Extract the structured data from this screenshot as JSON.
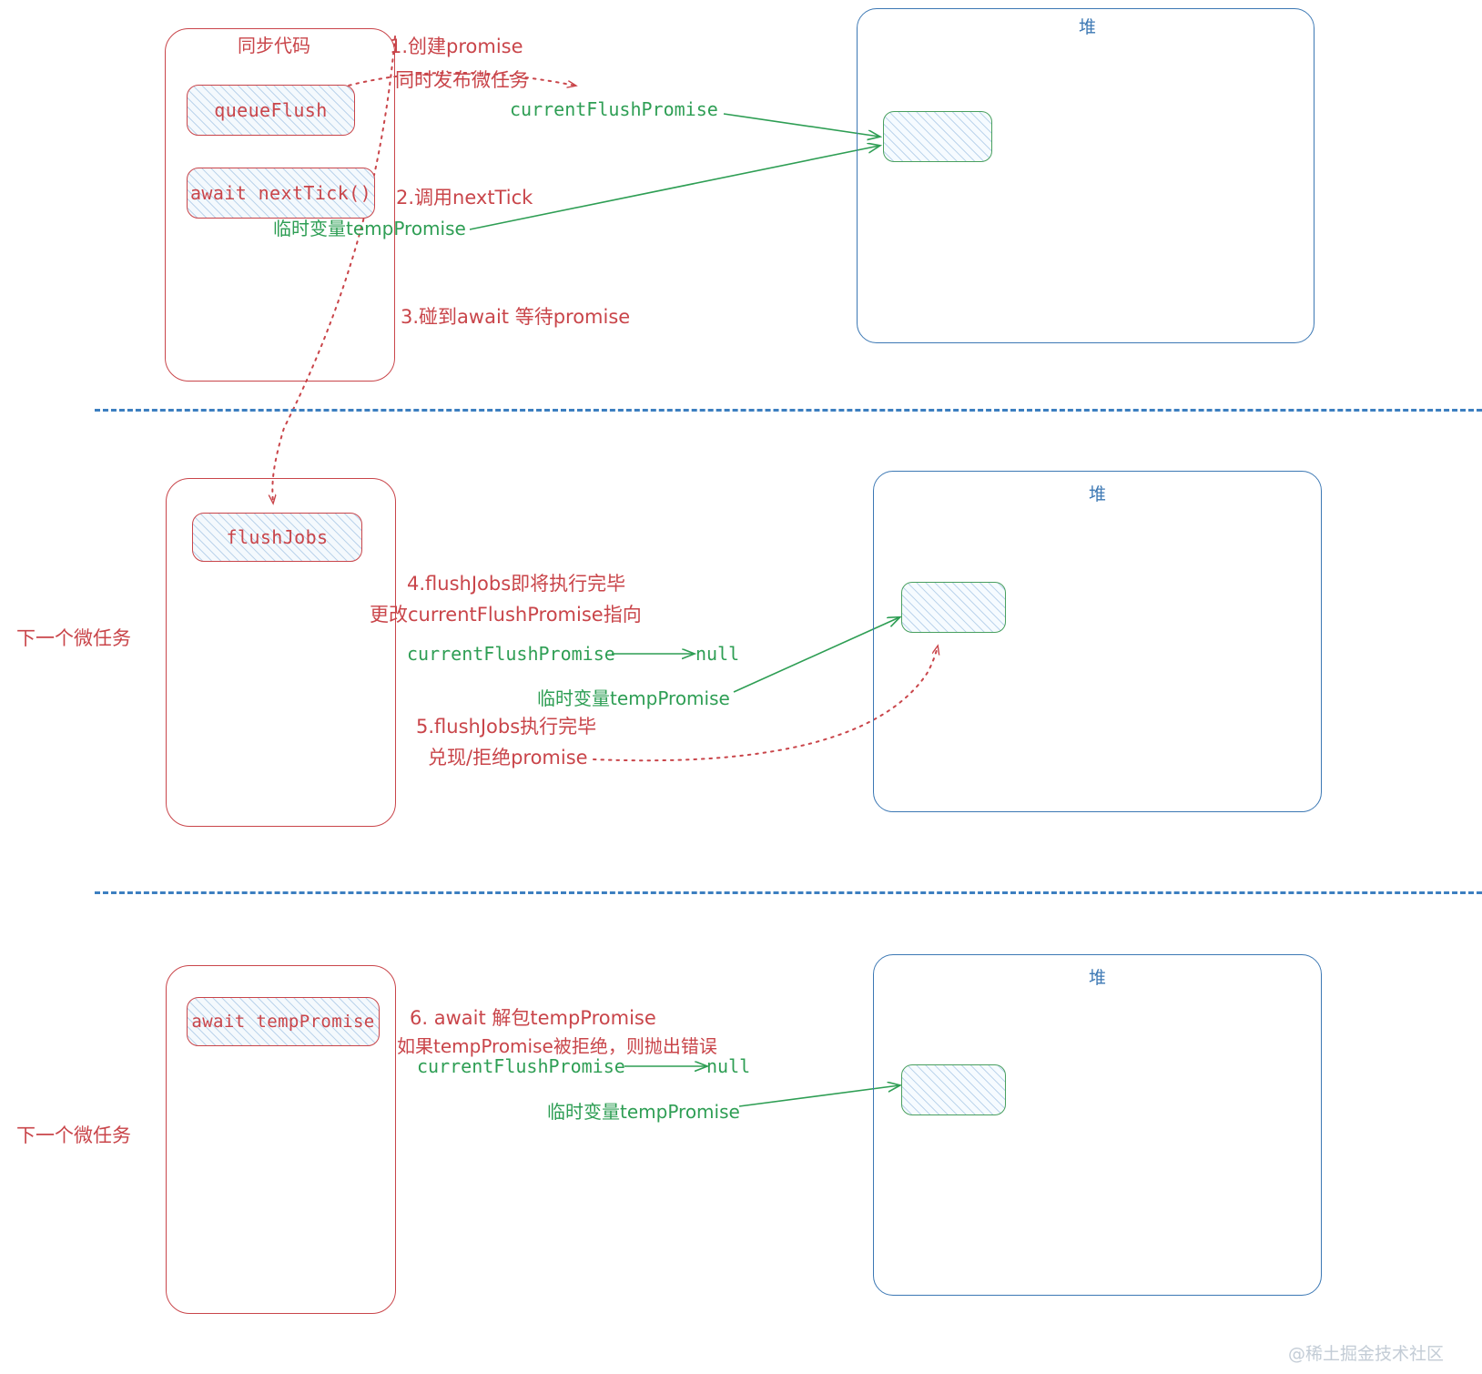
{
  "diagram": {
    "title_watermark": "@稀土掘金技术社区",
    "colors": {
      "red": "#c9454a",
      "green": "#2e9e54",
      "blue": "#3c78b4",
      "hatch": "#6ea0d2",
      "divider": "#3c7fc0"
    }
  },
  "sections": [
    {
      "id": "sync",
      "stack_title": "同步代码",
      "heap_title": "堆",
      "left_label": "",
      "frames": [
        {
          "label": "queueFlush"
        },
        {
          "label": "await nextTick()"
        }
      ],
      "steps": [
        "1.创建promise",
        "同时发布微任务",
        "2.调用nextTick",
        "3.碰到await 等待promise"
      ],
      "pointers": [
        {
          "name": "currentFlushPromise",
          "target": "heap-object"
        },
        {
          "name": "临时变量tempPromise",
          "target": "heap-object"
        }
      ]
    },
    {
      "id": "microtask-1",
      "stack_title": "",
      "heap_title": "堆",
      "left_label": "下一个微任务",
      "frames": [
        {
          "label": "flushJobs"
        }
      ],
      "steps": [
        "4.flushJobs即将执行完毕",
        "更改currentFlushPromise指向",
        "5.flushJobs执行完毕",
        "兑现/拒绝promise"
      ],
      "pointers": [
        {
          "name": "currentFlushPromise",
          "target": "null",
          "target_label": "null"
        },
        {
          "name": "临时变量tempPromise",
          "target": "heap-object"
        }
      ]
    },
    {
      "id": "microtask-2",
      "stack_title": "",
      "heap_title": "堆",
      "left_label": "下一个微任务",
      "frames": [
        {
          "label": "await tempPromise"
        }
      ],
      "steps": [
        "6. await 解包tempPromise",
        "如果tempPromise被拒绝，则抛出错误"
      ],
      "pointers": [
        {
          "name": "currentFlushPromise",
          "target": "null",
          "target_label": "null"
        },
        {
          "name": "临时变量tempPromise",
          "target": "heap-object"
        }
      ]
    }
  ]
}
